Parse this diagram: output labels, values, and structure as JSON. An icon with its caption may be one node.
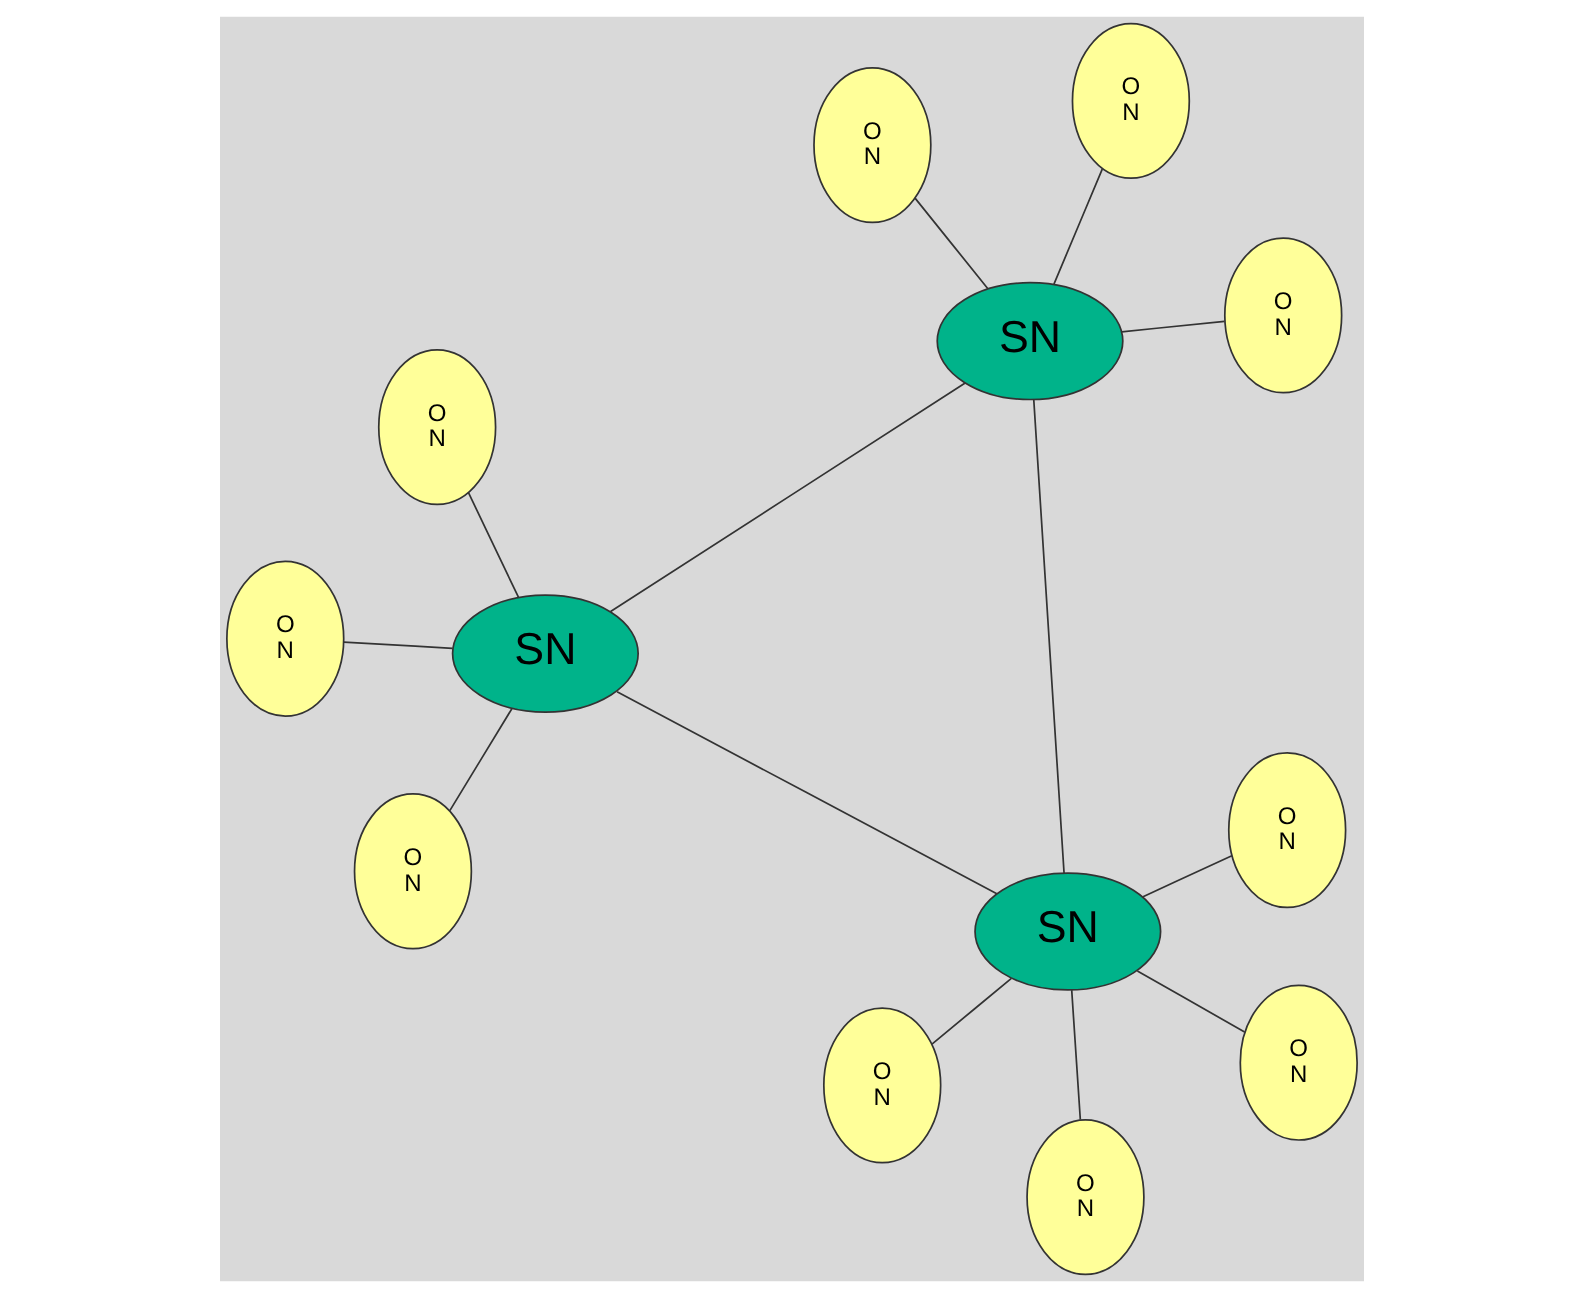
{
  "diagram": {
    "nodes": [
      {
        "text": [
          "SN"
        ]
      },
      {
        "text": [
          "SN"
        ]
      },
      {
        "text": [
          "SN"
        ]
      },
      {
        "text": [
          "O N"
        ]
      },
      {
        "text": [
          "O N"
        ]
      },
      {
        "text": [
          "O N"
        ]
      },
      {
        "text": [
          "O N"
        ]
      },
      {
        "text": [
          "O N"
        ]
      },
      {
        "text": [
          "O N"
        ]
      },
      {
        "text": [
          "O N"
        ]
      },
      {
        "text": [
          "O N"
        ]
      },
      {
        "text": [
          "O N"
        ]
      },
      {
        "text": [
          "O N"
        ]
      }
    ],
    "edges": [
      {
        "from": 0,
        "to": 1,
        "arrow": "none"
      },
      {
        "from": 0,
        "to": 2,
        "arrow": "none"
      },
      {
        "from": 1,
        "to": 2,
        "arrow": "none"
      },
      {
        "from": 3,
        "to": 0,
        "arrow": "none"
      },
      {
        "from": 4,
        "to": 0,
        "arrow": "none"
      },
      {
        "from": 5,
        "to": 0,
        "arrow": "none"
      },
      {
        "from": 6,
        "to": 1,
        "arrow": "none"
      },
      {
        "from": 7,
        "to": 1,
        "arrow": "none"
      },
      {
        "from": 8,
        "to": 1,
        "arrow": "none"
      },
      {
        "from": 9,
        "to": 1,
        "arrow": "none"
      },
      {
        "from": 10,
        "to": 2,
        "arrow": "none"
      },
      {
        "from": 11,
        "to": 2,
        "arrow": "none"
      },
      {
        "from": 12,
        "to": 2,
        "arrow": "none"
      }
    ]
  }
}
